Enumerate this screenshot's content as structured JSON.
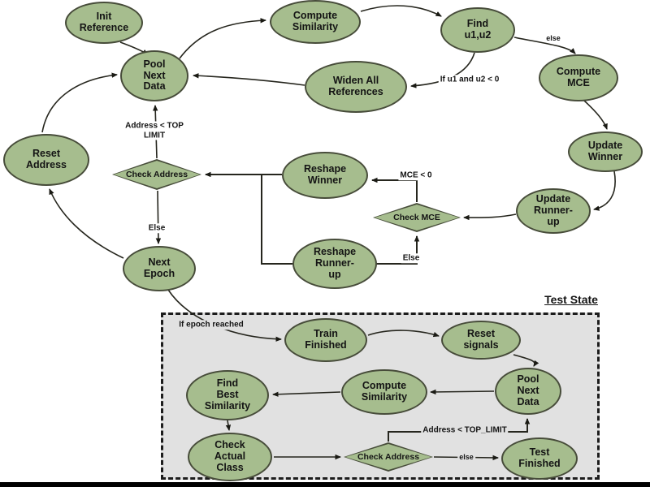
{
  "diagram": {
    "test_box_title": "Test State",
    "nodes": {
      "train": {
        "init": "Init\nReference",
        "pool": "Pool\nNext\nData",
        "compute_similarity": "Compute\nSimilarity",
        "find_u1u2": "Find\nu1,u2",
        "compute_mce": "Compute\nMCE",
        "widen_all": "Widen All\nReferences",
        "update_winner": "Update\nWinner",
        "update_runnerup": "Update\nRunner-\nup",
        "reset_address": "Reset\nAddress",
        "check_address": "Check Address",
        "reshape_winner": "Reshape\nWinner",
        "check_mce": "Check MCE",
        "next_epoch": "Next\nEpoch",
        "reshape_runnerup": "Reshape\nRunner-\nup"
      },
      "test": {
        "train_finished": "Train\nFinished",
        "reset_signals": "Reset\nsignals",
        "find_best_similarity": "Find\nBest\nSimilarity",
        "compute_similarity": "Compute\nSimilarity",
        "pool": "Pool\nNext\nData",
        "check_actual_class": "Check\nActual\nClass",
        "check_address": "Check Address",
        "test_finished": "Test\nFinished"
      }
    },
    "edge_labels": {
      "address_top_limit": "Address < TOP\nLIMIT",
      "else_check_address": "Else",
      "mce_lt_zero": "MCE < 0",
      "else_check_mce": "Else",
      "else_find": "else",
      "if_u1_u2_lt_zero": "If u1 and u2 < 0",
      "if_epoch_reached": "If epoch reached",
      "address_top_limit_test": "Address < TOP_LIMIT",
      "else_test": "else"
    },
    "colors": {
      "node_fill": "#a6bd8e",
      "node_border": "#474c3a",
      "test_box_fill": "#e1e1e1",
      "edge": "#26261e",
      "background": "#ffffff"
    }
  }
}
